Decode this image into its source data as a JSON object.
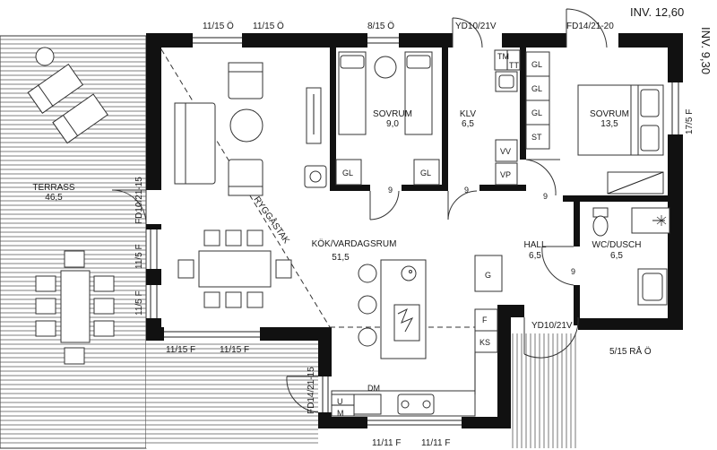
{
  "inventory": {
    "inv_a": "INV. 12,60",
    "inv_b": "INV. 9,30"
  },
  "rooms": [
    {
      "key": "terrass",
      "name": "TERRASS",
      "area": "46,5"
    },
    {
      "key": "sovrum1",
      "name": "SOVRUM",
      "area": "9,0"
    },
    {
      "key": "klv",
      "name": "KLV",
      "area": "6,5"
    },
    {
      "key": "sovrum2",
      "name": "SOVRUM",
      "area": "13,5"
    },
    {
      "key": "kok",
      "name": "KÖK/VARDAGSRUM",
      "area": "51,5"
    },
    {
      "key": "hall",
      "name": "HALL",
      "area": "6,5"
    },
    {
      "key": "wc",
      "name": "WC/DUSCH",
      "area": "6,5"
    }
  ],
  "openings": {
    "w_top_1": "11/15 Ö",
    "w_top_2": "11/15 Ö",
    "w_top_3": "8/15 Ö",
    "d_top_1": "YD10/21V",
    "d_top_2": "FD14/21-20",
    "w_right": "17/5 F",
    "d_left": "FD10/21-15",
    "w_left_1": "11/5 F",
    "w_left_2": "11/5 F",
    "w_bot_1": "11/15 F",
    "w_bot_2": "11/15 F",
    "d_terr": "FD14/21-15",
    "w_bot_3": "11/11 F",
    "w_bot_4": "11/11 F",
    "d_entry": "YD10/21V",
    "w_entry": "5/15 RÅ Ö"
  },
  "storage": {
    "gl_1": "GL",
    "gl_2": "GL",
    "gl_3": "GL",
    "gl_4": "GL",
    "gl_5": "GL",
    "st": "ST",
    "tm": "TM",
    "tt": "TT",
    "vv": "VV",
    "vp": "VP",
    "g": "G",
    "f": "F",
    "ks": "KS",
    "dm": "DM",
    "u": "U",
    "m": "M"
  },
  "doors": {
    "d1": "9",
    "d2": "9",
    "d3": "9",
    "d4": "9"
  },
  "annotation": {
    "roof": "RYGGÅSTAK"
  }
}
